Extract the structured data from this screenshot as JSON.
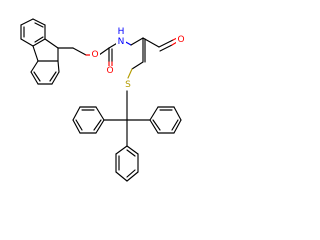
{
  "molecule": {
    "atoms": {
      "o_ester": {
        "symbol": "O",
        "color": "#ff0000"
      },
      "o_carbonyl": {
        "symbol": "O",
        "color": "#ff0000"
      },
      "n_amide": {
        "symbol": "H",
        "color": "#0000ff"
      },
      "n_amide_n": {
        "symbol": "N",
        "color": "#0000ff"
      },
      "o_aldehyde": {
        "symbol": "O",
        "color": "#ff0000"
      },
      "s_thioether": {
        "symbol": "S",
        "color": "#b39b00"
      }
    },
    "colors": {
      "bond": "#000000",
      "oxygen": "#ff0000",
      "nitrogen": "#0000ff",
      "sulfur": "#b39b00"
    }
  }
}
